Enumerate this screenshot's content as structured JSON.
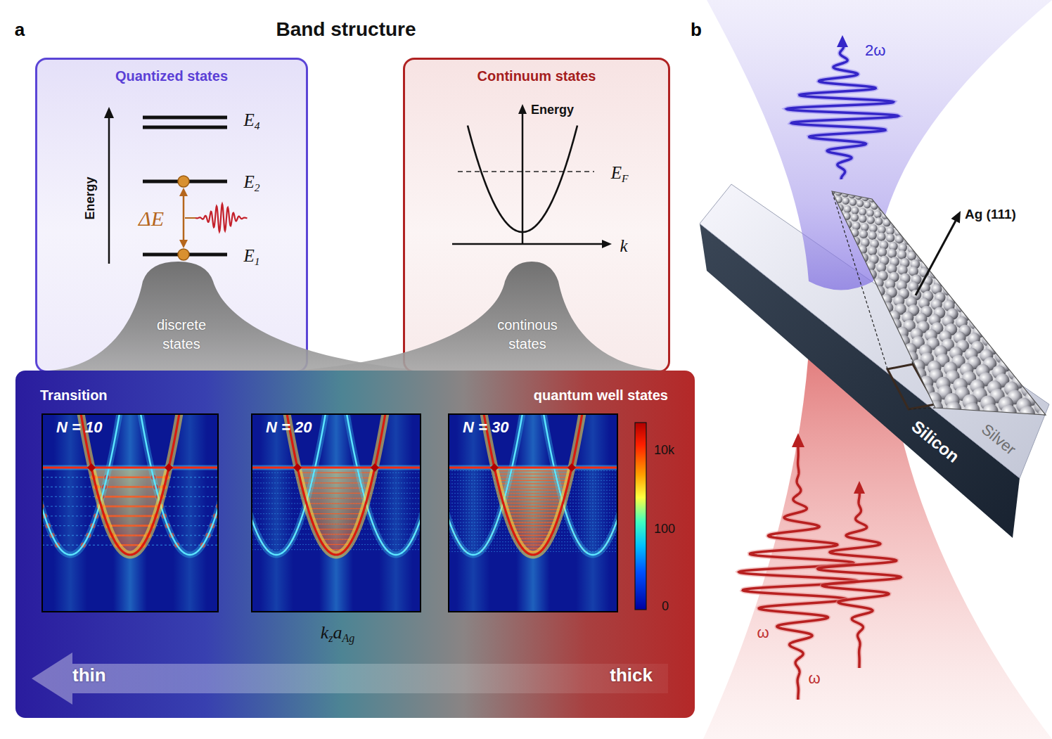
{
  "diagram": {
    "title": "Band structure",
    "nodes": [
      {
        "text": [
          "Quantized states"
        ]
      },
      {
        "text": [
          "discrete states"
        ],
        "in": 0
      },
      {
        "text": [
          "Continuum states"
        ]
      },
      {
        "text": [
          "continous states"
        ],
        "in": 2
      },
      {
        "text": [
          "Transition",
          "quantum well states"
        ]
      },
      {
        "text": [
          "N = 10"
        ],
        "in": 4
      },
      {
        "text": [
          "N = 20"
        ],
        "in": 4
      },
      {
        "text": [
          "N = 30"
        ],
        "in": 4
      },
      {
        "text": [
          "thin",
          "thick"
        ],
        "in": 4
      }
    ],
    "labels": [
      "a",
      "b",
      "Energy",
      "E4",
      "E2",
      "ΔE",
      "E1",
      "Energy",
      "EF",
      "k",
      "10k",
      "100",
      "0",
      "kzaAg",
      "2ω",
      "Ag (111)",
      "Silver",
      "Silicon",
      "ω",
      "ω"
    ]
  }
}
